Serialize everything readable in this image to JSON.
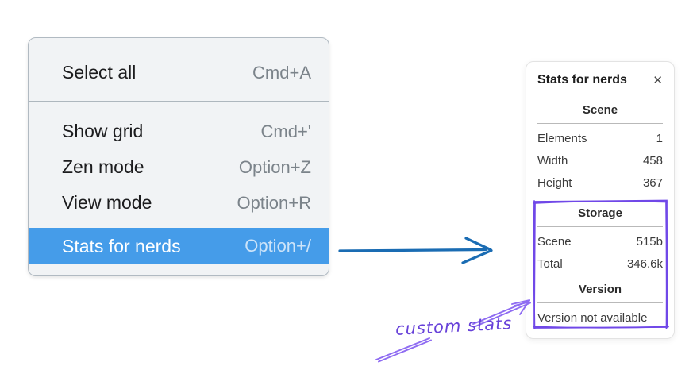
{
  "context_menu": {
    "items": [
      {
        "label": "Select all",
        "shortcut": "Cmd+A",
        "selected": false
      },
      {
        "label": "Show grid",
        "shortcut": "Cmd+'",
        "selected": false
      },
      {
        "label": "Zen mode",
        "shortcut": "Option+Z",
        "selected": false
      },
      {
        "label": "View mode",
        "shortcut": "Option+R",
        "selected": false
      },
      {
        "label": "Stats for nerds",
        "shortcut": "Option+/",
        "selected": true
      }
    ],
    "highlight_color": "#459ce9"
  },
  "stats_panel": {
    "title": "Stats for nerds",
    "close_label": "✕",
    "sections": [
      {
        "heading": "Scene",
        "rows": [
          {
            "label": "Elements",
            "value": "1"
          },
          {
            "label": "Width",
            "value": "458"
          },
          {
            "label": "Height",
            "value": "367"
          }
        ]
      },
      {
        "heading": "Storage",
        "rows": [
          {
            "label": "Scene",
            "value": "515b"
          },
          {
            "label": "Total",
            "value": "346.6k"
          }
        ]
      },
      {
        "heading": "Version",
        "note": "Version not available"
      }
    ]
  },
  "annotations": {
    "custom_stats_label": "custom stats",
    "colors": {
      "blue_arrow": "#1a6cb3",
      "purple_stroke": "#8f6cf2",
      "purple_rect": "#7048e8",
      "purple_text": "#6741d9"
    }
  }
}
